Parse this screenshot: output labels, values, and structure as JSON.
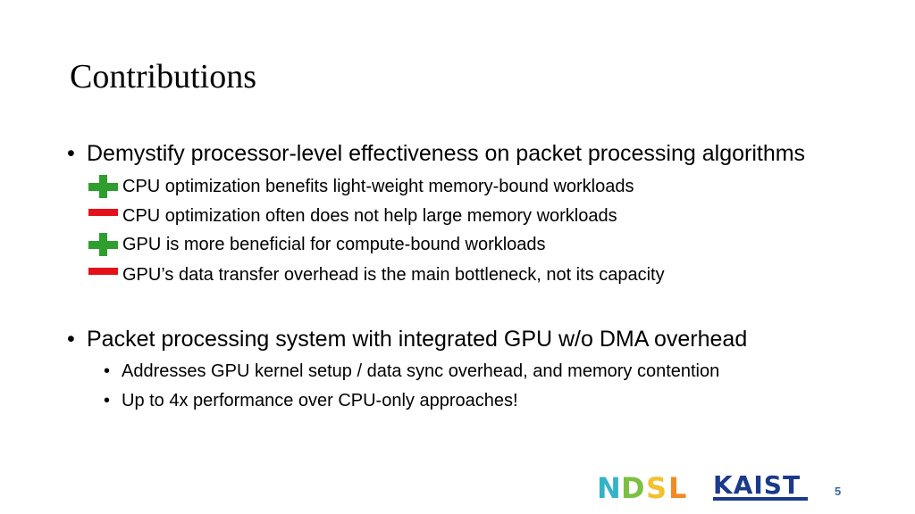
{
  "slide": {
    "title": "Contributions",
    "bullets": [
      {
        "text": "Demystify processor-level effectiveness on packet processing algorithms",
        "items": [
          {
            "sign": "plus-icon",
            "text": "CPU optimization benefits light-weight memory-bound workloads"
          },
          {
            "sign": "minus-icon",
            "text": "CPU optimization often does not help large memory workloads"
          },
          {
            "sign": "plus-icon",
            "text": "GPU is more beneficial for compute-bound workloads"
          },
          {
            "sign": "minus-icon",
            "text": "GPU’s data transfer overhead is the main bottleneck, not its capacity"
          }
        ]
      },
      {
        "text": "Packet processing system with integrated GPU w/o DMA overhead",
        "items": [
          {
            "text": "Addresses GPU kernel setup / data sync overhead, and memory contention"
          },
          {
            "text": "Up to 4x performance over CPU-only approaches!"
          }
        ]
      }
    ],
    "bullet_glyph": "•",
    "page_number": "5"
  },
  "logos": {
    "ndsl": "NDSL",
    "kaist": "KAIST"
  },
  "colors": {
    "plus": "#2e9e2e",
    "minus": "#e3121a",
    "page_number": "#3b6aa0",
    "kaist": "#1b3a8c",
    "ndsl_teal": "#33b3c7",
    "ndsl_green": "#7cc043",
    "ndsl_yellow": "#f2c12e",
    "ndsl_orange": "#f08a24"
  }
}
